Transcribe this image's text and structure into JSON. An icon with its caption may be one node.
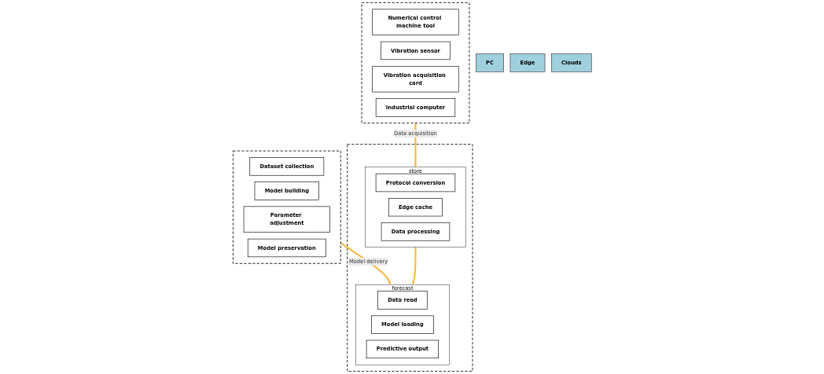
{
  "diagram": {
    "nodes": [
      {
        "text": [
          "PC"
        ]
      },
      {
        "text": [],
        "shape": "box"
      },
      {
        "text": [
          "Dataset collection"
        ],
        "in": 1
      },
      {
        "text": [
          "Model building"
        ],
        "in": 1
      },
      {
        "text": [
          "Parameter adjustment"
        ],
        "in": 1
      },
      {
        "text": [
          "Model preservation"
        ],
        "in": 1
      },
      {
        "text": [
          "Edge"
        ]
      },
      {
        "text": [],
        "shape": "box"
      },
      {
        "text": [
          "store"
        ],
        "in": 7
      },
      {
        "text": [
          "Protocol conversion"
        ],
        "in": 8
      },
      {
        "text": [
          "Edge cache"
        ],
        "in": 8
      },
      {
        "text": [
          "Data processing"
        ],
        "in": 8
      },
      {
        "text": [
          "forecast"
        ],
        "in": 7
      },
      {
        "text": [
          "Data read"
        ],
        "in": 12
      },
      {
        "text": [
          "Model loading"
        ],
        "in": 12
      },
      {
        "text": [
          "Predictive output"
        ],
        "in": 12
      },
      {
        "text": [
          "Clouds"
        ]
      },
      {
        "text": [],
        "shape": "box"
      },
      {
        "text": [
          "Numerical control machine tool"
        ],
        "in": 17
      },
      {
        "text": [
          "Vibration sensor"
        ],
        "in": 17
      },
      {
        "text": [
          "Vibration acquisition card"
        ],
        "in": 17
      },
      {
        "text": [
          "Industrial computer"
        ],
        "in": 17
      }
    ],
    "edges": [
      {
        "from": 1,
        "to": 12,
        "arrow": "to",
        "label": "Model delivery"
      },
      {
        "from": 8,
        "to": 12,
        "arrow": "to"
      },
      {
        "from": 17,
        "to": 8,
        "arrow": "to",
        "label": "Data acquisition"
      }
    ]
  }
}
